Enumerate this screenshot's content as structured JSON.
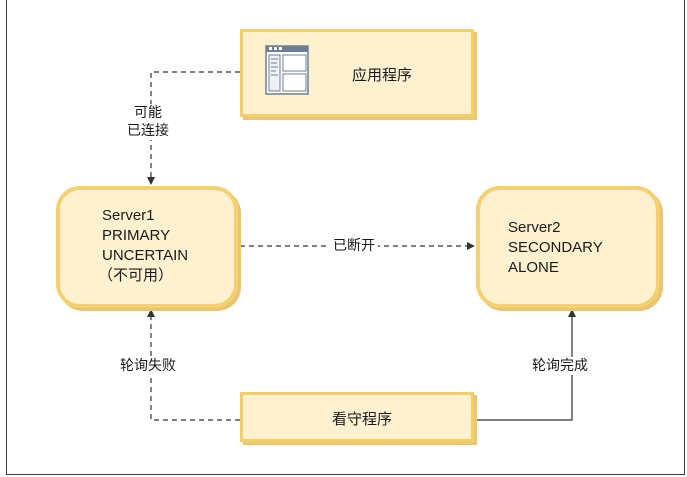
{
  "app_box": {
    "label": "应用程序",
    "icon": "application-window-icon"
  },
  "watchdog_box": {
    "label": "看守程序"
  },
  "server1": {
    "name": "Server1",
    "role": "PRIMARY",
    "state": "UNCERTAIN",
    "note": "（不可用）"
  },
  "server2": {
    "name": "Server2",
    "role": "SECONDARY",
    "state": "ALONE"
  },
  "edges": {
    "app_to_server1": {
      "line1": "可能",
      "line2": "已连接"
    },
    "server1_to_server2": "已断开",
    "watchdog_to_server1": "轮询失败",
    "watchdog_to_server2": "轮询完成"
  },
  "colors": {
    "box_fill": "#fdf1cf",
    "box_border": "#f2ce6c",
    "shadow": "#e8c56e",
    "line": "#333333"
  }
}
